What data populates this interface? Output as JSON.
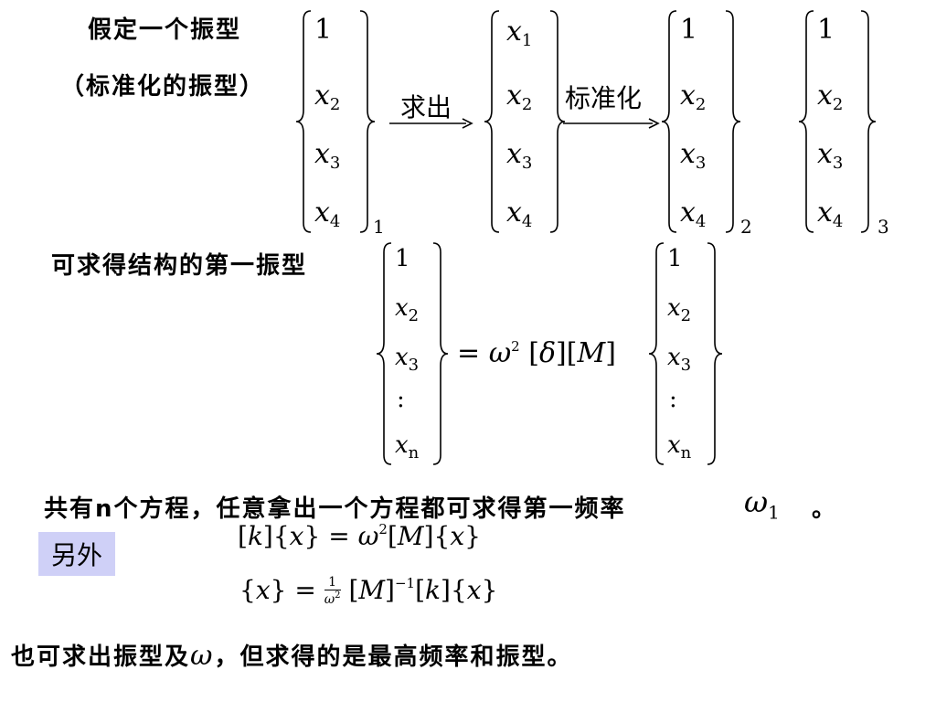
{
  "texts": {
    "assume_mode": "假定一个振型",
    "normalized_mode": "（标准化的振型）",
    "solve_label": "求出",
    "normalize_label": "标准化",
    "first_mode": "可求得结构的第一振型",
    "n_equations": "共有n个方程，任意拿出一个方程都可求得第一频率",
    "first_freq_symbol": "ω",
    "first_freq_sub": "1",
    "period_mark": "。",
    "also_label": "另外",
    "bottom_line_a": "也可求出振型及",
    "bottom_omega": "ω",
    "bottom_line_b": "，但求得的是最高频率和振型。"
  },
  "vectors": {
    "v1": {
      "top": "1",
      "index": "1"
    },
    "v2": {
      "top": "x",
      "top_sub": "1"
    },
    "v3": {
      "top": "1",
      "index": "2"
    },
    "v4": {
      "top": "1",
      "index": "3"
    },
    "row_x2": "2",
    "row_x3": "3",
    "row_x4": "4",
    "row_x": "x",
    "row_n": "n",
    "colon": ":"
  },
  "equations": {
    "omega": "ω",
    "sq": "2",
    "delta": "δ",
    "M": "M",
    "k": "k",
    "x": "x",
    "inv": "−1",
    "one": "1",
    "equals": "="
  }
}
